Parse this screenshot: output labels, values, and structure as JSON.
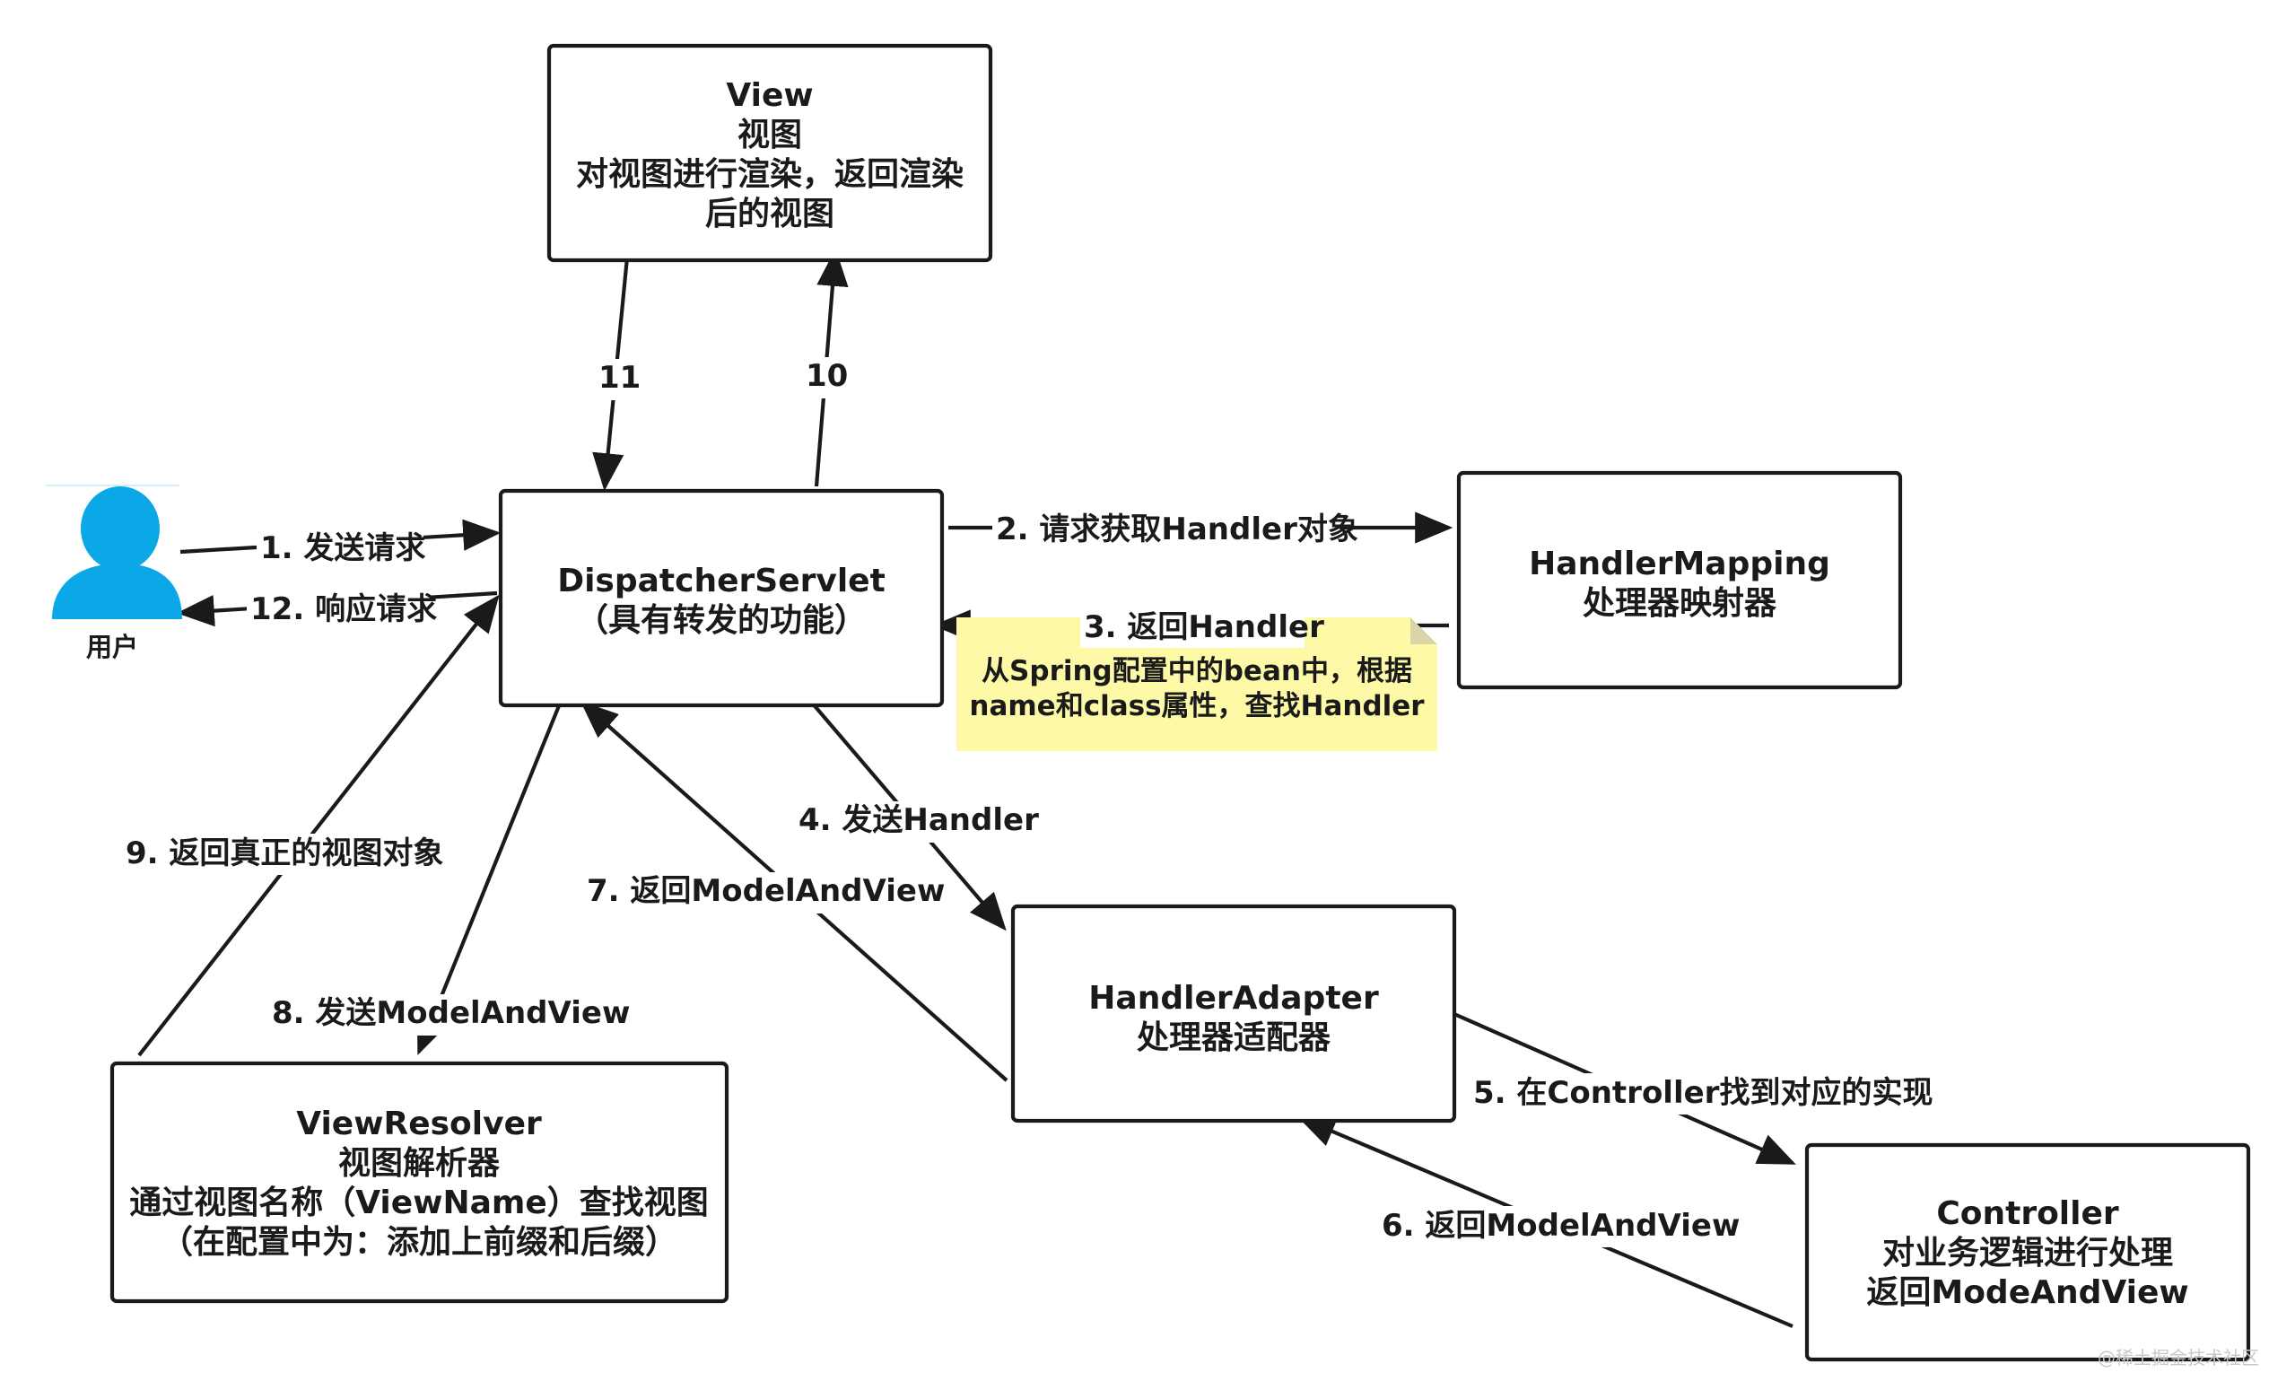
{
  "colors": {
    "stroke": "#1a1a1a",
    "background": "#ffffff",
    "user_icon": "#0aa8e6",
    "note_fill": "#fdf9a6",
    "note_fold": "#d9d5a8"
  },
  "user": {
    "icon": "person-icon",
    "caption": "用户"
  },
  "nodes": {
    "view": {
      "lines": [
        "View",
        "视图",
        "对视图进行渲染，返回渲染",
        "后的视图"
      ]
    },
    "dispatcher": {
      "lines": [
        "DispatcherServlet",
        "（具有转发的功能）"
      ]
    },
    "handler_mapping": {
      "lines": [
        "HandlerMapping",
        "处理器映射器"
      ]
    },
    "handler_adapter": {
      "lines": [
        "HandlerAdapter",
        "处理器适配器"
      ]
    },
    "view_resolver": {
      "lines": [
        "ViewResolver",
        "视图解析器",
        "通过视图名称（ViewName）查找视图",
        "（在配置中为：添加上前缀和后缀）"
      ]
    },
    "controller": {
      "lines": [
        "Controller",
        "对业务逻辑进行处理",
        "返回ModeAndView"
      ]
    }
  },
  "edges": {
    "e1": "1. 发送请求",
    "e2": "2. 请求获取Handler对象",
    "e3": "3. 返回Handler",
    "e4": "4. 发送Handler",
    "e5": "5. 在Controller找到对应的实现",
    "e6": "6. 返回ModelAndView",
    "e7": "7. 返回ModelAndView",
    "e8": "8. 发送ModelAndView",
    "e9": "9. 返回真正的视图对象",
    "e10": "10",
    "e11": "11",
    "e12": "12. 响应请求"
  },
  "note": {
    "lines": [
      "从Spring配置中的bean中，根据",
      "name和class属性，查找Handler"
    ]
  },
  "watermark": "@稀土掘金技术社区"
}
